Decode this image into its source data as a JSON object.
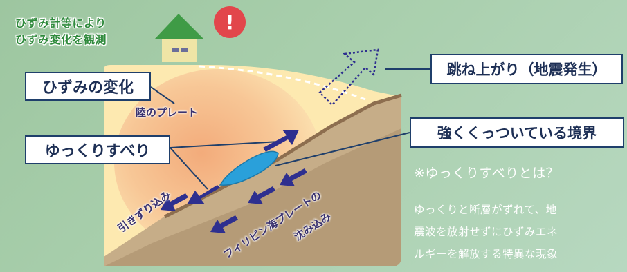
{
  "observation": {
    "line1": "ひずみ計等により",
    "line2": "ひずみ変化を観測"
  },
  "labels": {
    "strain_change": "ひずみの変化",
    "slow_slip": "ゆっくりすべり",
    "uplift": "跳ね上がり（地震発生）",
    "strongly_coupled": "強くくっついている境界"
  },
  "plates": {
    "land_plate": "陸のプレート",
    "drag_in": "引きずり込み",
    "philippine_line1": "フィリピン海プレートの",
    "philippine_line2": "沈み込み"
  },
  "note": {
    "heading": "※ゆっくりすべりとは？",
    "lines": [
      "ゆっくりと断層がずれて、地",
      "震波を放射せずにひずみエネ",
      "ルギーを解放する特異な現象"
    ]
  },
  "alert": {
    "symbol": "!"
  },
  "colors": {
    "background": "#a9cfad",
    "land_plate_outer": "#fde9b0",
    "land_plate_inner": "#f6bf8f",
    "ocean_plate": "#a68b69",
    "ocean_plate_light": "#c8b08c",
    "slow_slip_patch": "#2aa0da",
    "arrow": "#2e2f8f",
    "house_roof": "#3f9b46",
    "house_wall": "#efe5a6",
    "label_border": "#1f3f6b",
    "alert": "#e2464b"
  }
}
